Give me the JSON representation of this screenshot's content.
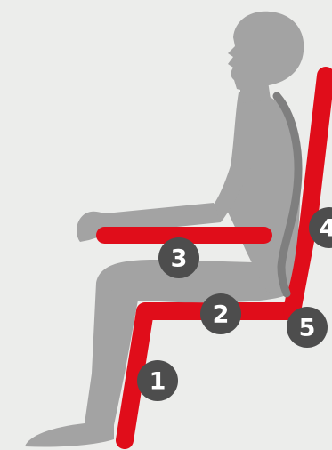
{
  "markers": [
    {
      "label": "1"
    },
    {
      "label": "2"
    },
    {
      "label": "3"
    },
    {
      "label": "4"
    },
    {
      "label": "5"
    }
  ],
  "colors": {
    "background": "#ecedeb",
    "chair": "#e00d1a",
    "person": "#a3a3a3",
    "spine": "#7f7f7f",
    "marker": "#4d4d4d",
    "marker_text": "#ffffff"
  },
  "icons": {
    "figure": "seated-person-icon",
    "chair": "chair-outline-icon",
    "spine": "spine-icon"
  }
}
